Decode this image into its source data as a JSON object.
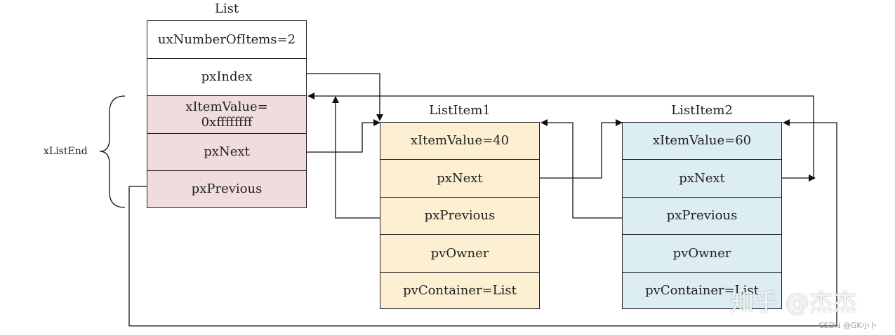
{
  "list": {
    "title": "List",
    "num_items": "uxNumberOfItems=2",
    "index": "pxIndex",
    "end_value": "xItemValue=\n0xffffffff",
    "end_next": "pxNext",
    "end_previous": "pxPrevious",
    "end_label": "xListEnd",
    "end_color": "#f0dcdc"
  },
  "item1": {
    "title": "ListItem1",
    "value": "xItemValue=40",
    "next": "pxNext",
    "previous": "pxPrevious",
    "owner": "pvOwner",
    "container": "pvContainer=List",
    "color": "#fdf0d2"
  },
  "item2": {
    "title": "ListItem2",
    "value": "xItemValue=60",
    "next": "pxNext",
    "previous": "pxPrevious",
    "owner": "pvOwner",
    "container": "pvContainer=List",
    "color": "#dcedf4"
  },
  "watermark": {
    "main": "知乎 @杰杰",
    "small": "CSDN @GK小卜"
  }
}
